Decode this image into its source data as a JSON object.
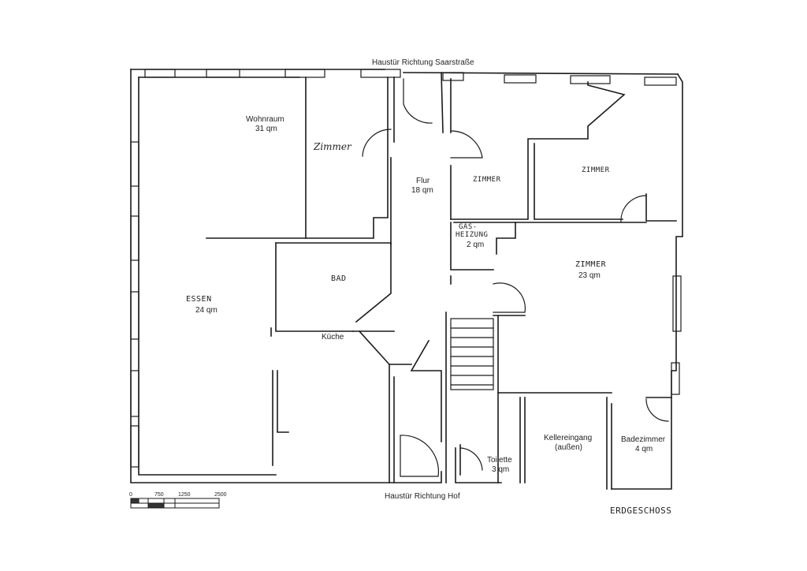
{
  "labels": {
    "door_top": "Haustür Richtung Saarstraße",
    "door_bottom": "Haustür Richtung Hof",
    "wohnraum_name": "Wohnraum",
    "wohnraum_area": "31 qm",
    "zimmer_hand": "Zimmer",
    "flur_name": "Flur",
    "flur_area": "18 qm",
    "zimmer_a": "ZIMMER",
    "zimmer_b": "ZIMMER",
    "gas_line1": "GAS-",
    "gas_line2": "HEIZUNG",
    "gas_area": "2 qm",
    "zimmer_c_name": "ZIMMER",
    "zimmer_c_area": "23 qm",
    "bad": "BAD",
    "essen_name": "ESSEN",
    "essen_area": "24 qm",
    "kueche": "Küche",
    "keller_line1": "Kellereingang",
    "keller_line2": "(außen)",
    "badezimmer_name": "Badezimmer",
    "badezimmer_area": "4 qm",
    "toilette_name": "Toilette",
    "toilette_area": "3 qm",
    "floor": "ERDGESCHOSS"
  },
  "scale": {
    "ticks": [
      "0",
      "750",
      "1250",
      "2500"
    ]
  }
}
